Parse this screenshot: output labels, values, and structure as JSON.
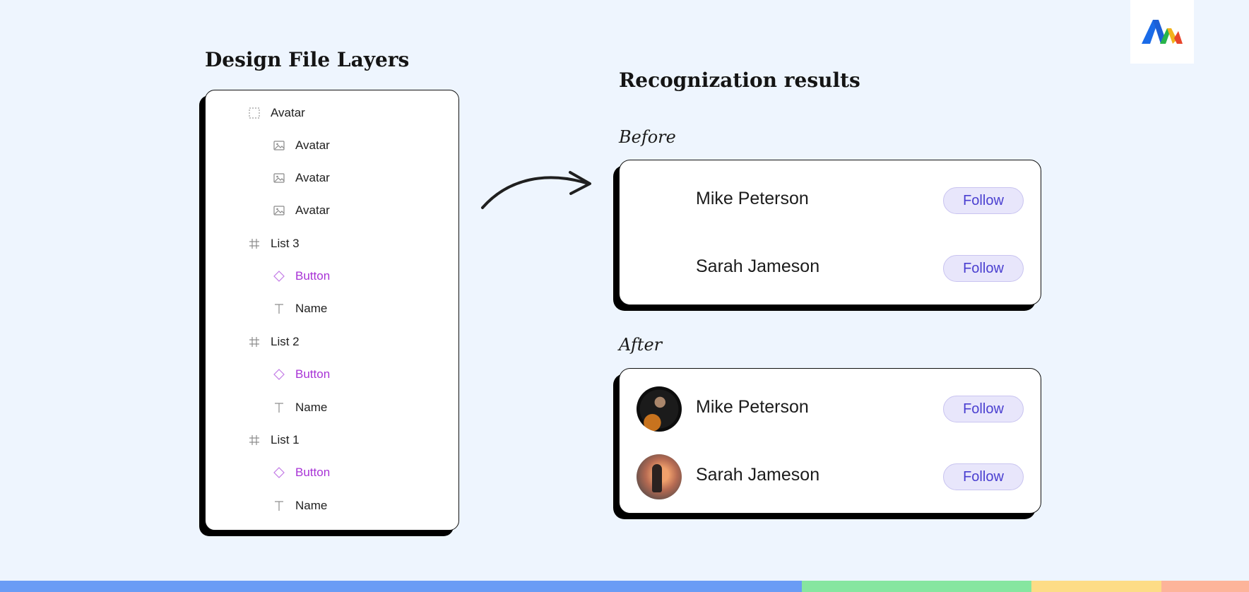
{
  "headings": {
    "layers": "Design File Layers",
    "results": "Recognization results",
    "before": "Before",
    "after": "After"
  },
  "layers": [
    {
      "label": "Avatar",
      "icon": "dashed-frame-icon"
    },
    {
      "label": "Avatar",
      "icon": "image-icon"
    },
    {
      "label": "Avatar",
      "icon": "image-icon"
    },
    {
      "label": "Avatar",
      "icon": "image-icon"
    },
    {
      "label": "List 3",
      "icon": "frame-hash-icon"
    },
    {
      "label": "Button",
      "icon": "component-diamond-icon"
    },
    {
      "label": "Name",
      "icon": "text-icon"
    },
    {
      "label": "List 2",
      "icon": "frame-hash-icon"
    },
    {
      "label": "Button",
      "icon": "component-diamond-icon"
    },
    {
      "label": "Name",
      "icon": "text-icon"
    },
    {
      "label": "List 1",
      "icon": "frame-hash-icon"
    },
    {
      "label": "Button",
      "icon": "component-diamond-icon"
    },
    {
      "label": "Name",
      "icon": "text-icon"
    }
  ],
  "before": {
    "rows": [
      {
        "name": "Mike Peterson",
        "button": "Follow"
      },
      {
        "name": "Sarah Jameson",
        "button": "Follow"
      }
    ]
  },
  "after": {
    "rows": [
      {
        "name": "Mike Peterson",
        "button": "Follow"
      },
      {
        "name": "Sarah Jameson",
        "button": "Follow"
      }
    ]
  },
  "colors": {
    "background": "#eef5fe",
    "component_purple": "#a833d6",
    "follow_text": "#4a3fd0",
    "follow_bg": "#e8e6fb",
    "stripe_blue": "#6a9cf5",
    "stripe_green": "#86e6a0",
    "stripe_yellow": "#fddc86",
    "stripe_orange": "#fdb49a"
  }
}
